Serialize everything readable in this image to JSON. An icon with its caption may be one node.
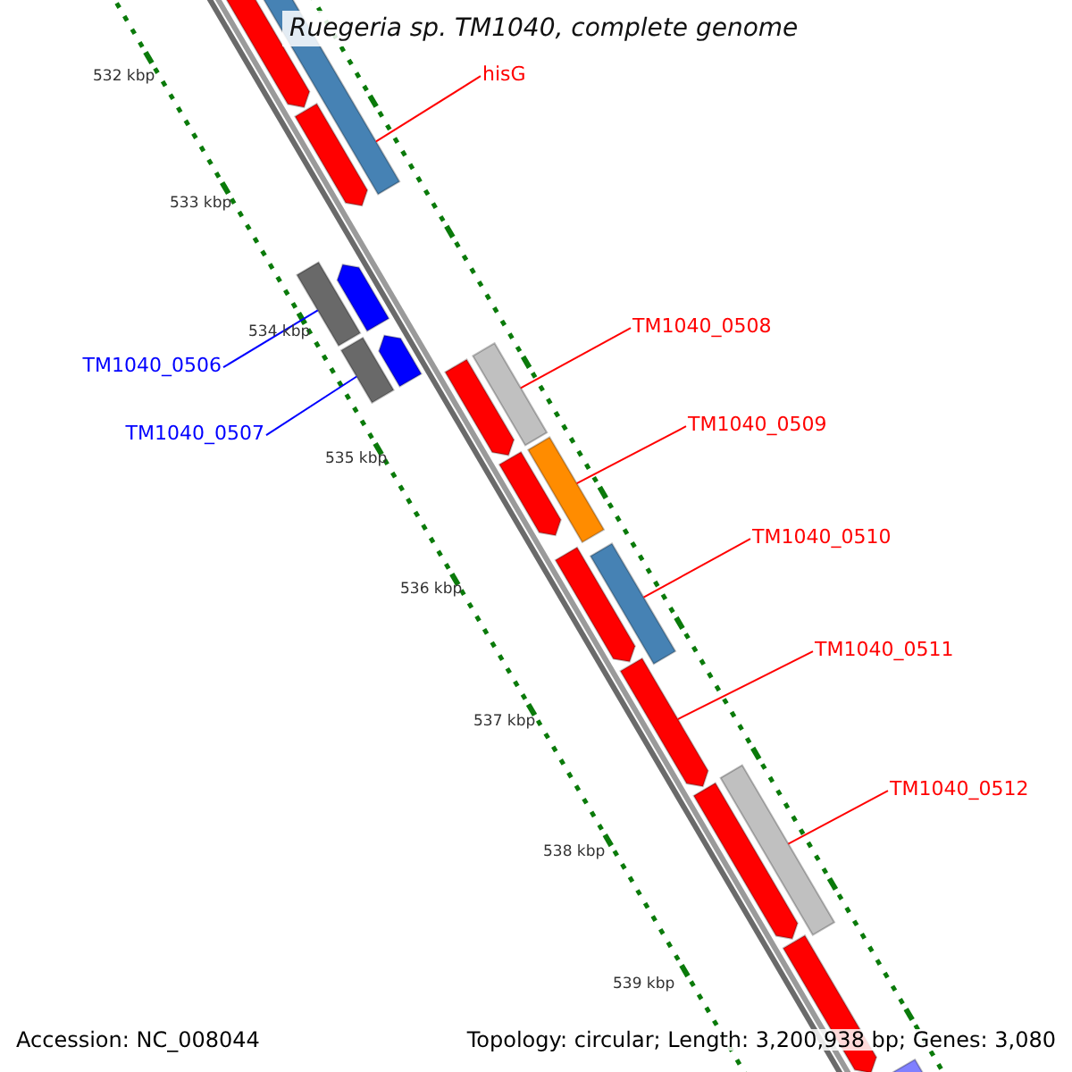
{
  "diagram": {
    "title": "Ruegeria sp. TM1040, complete genome",
    "nodes": [
      {
        "text": [
          "hisG"
        ]
      },
      {
        "text": [],
        "shape": "bar"
      },
      {
        "text": [
          "TM1040_0506"
        ]
      },
      {
        "text": [],
        "shape": "bar"
      },
      {
        "text": [
          "TM1040_0507"
        ]
      },
      {
        "text": [],
        "shape": "bar"
      },
      {
        "text": [
          "TM1040_0508"
        ]
      },
      {
        "text": [],
        "shape": "bar"
      },
      {
        "text": [
          "TM1040_0509"
        ]
      },
      {
        "text": [],
        "shape": "bar"
      },
      {
        "text": [
          "TM1040_0510"
        ]
      },
      {
        "text": [],
        "shape": "bar"
      },
      {
        "text": [
          "TM1040_0511"
        ]
      },
      {
        "text": [],
        "shape": "bar"
      },
      {
        "text": [
          "TM1040_0512"
        ]
      },
      {
        "text": [],
        "shape": "bar"
      },
      {
        "text": [],
        "shape": "bar"
      },
      {
        "text": [],
        "shape": "bar"
      },
      {
        "text": [],
        "shape": "bar"
      },
      {
        "text": [],
        "shape": "bar"
      },
      {
        "text": [],
        "shape": "bar"
      },
      {
        "text": [],
        "shape": "bar"
      },
      {
        "text": [],
        "shape": "bar"
      },
      {
        "text": [],
        "shape": "bar"
      },
      {
        "text": [],
        "shape": "bar"
      },
      {
        "text": [],
        "shape": "bar"
      }
    ],
    "edges": [
      {
        "from": 0,
        "to": 1,
        "arrow": "none",
        "color": "#ff0000"
      },
      {
        "from": 2,
        "to": 3,
        "arrow": "none",
        "color": "#0000ff"
      },
      {
        "from": 4,
        "to": 5,
        "arrow": "none",
        "color": "#0000ff"
      },
      {
        "from": 6,
        "to": 7,
        "arrow": "none",
        "color": "#ff0000"
      },
      {
        "from": 8,
        "to": 9,
        "arrow": "none",
        "color": "#ff0000"
      },
      {
        "from": 10,
        "to": 11,
        "arrow": "none",
        "color": "#ff0000"
      },
      {
        "from": 12,
        "to": 13,
        "arrow": "none",
        "color": "#ff0000"
      },
      {
        "from": 14,
        "to": 15,
        "arrow": "none",
        "color": "#ff0000"
      }
    ],
    "labels": [
      "532 kbp",
      "533 kbp",
      "534 kbp",
      "535 kbp",
      "536 kbp",
      "537 kbp",
      "538 kbp",
      "539 kbp",
      "Accession: NC_008044",
      "Topology: circular; Length: 3,200,938 bp; Genes: 3,080"
    ]
  }
}
